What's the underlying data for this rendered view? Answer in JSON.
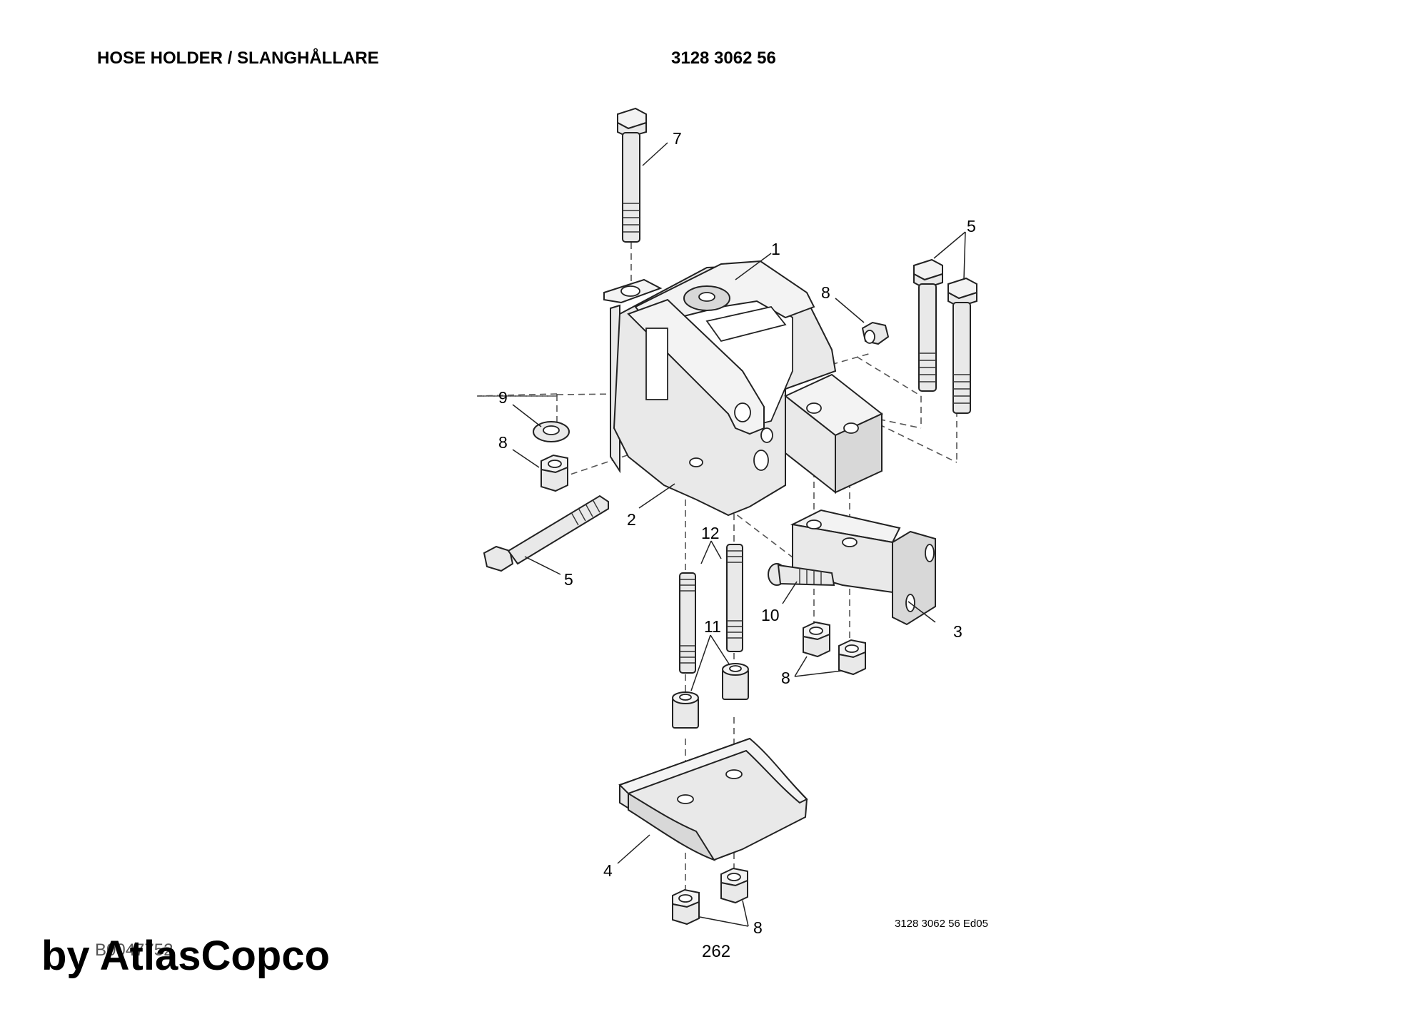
{
  "header": {
    "title": "HOSE HOLDER / SLANGHÅLLARE",
    "part_number": "3128 3062 56"
  },
  "footer": {
    "edition": "3128 3062 56 Ed05",
    "drawing_id": "B0047752",
    "page_number": "262",
    "watermark": "by AtlasCopco"
  },
  "callouts": {
    "c1": "1",
    "c2": "2",
    "c3": "3",
    "c4": "4",
    "c5a": "5",
    "c5b": "5",
    "c7": "7",
    "c8a": "8",
    "c8b": "8",
    "c8c": "8",
    "c8d": "8",
    "c9": "9",
    "c10": "10",
    "c11": "11",
    "c12": "12"
  }
}
